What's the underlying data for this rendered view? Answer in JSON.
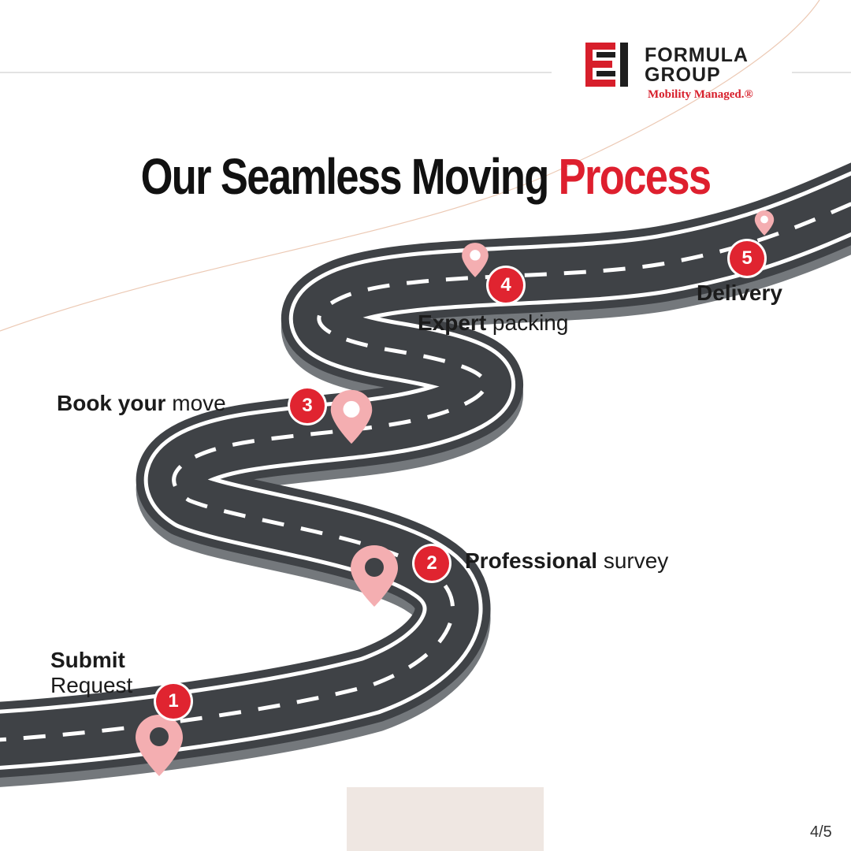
{
  "brand": {
    "line1": "FORMULA",
    "line2": "GROUP",
    "tagline": "Mobility Managed.®",
    "logo_red": "#d71f2b",
    "logo_dark": "#1e1e1e"
  },
  "title": {
    "main": "Our Seamless Moving ",
    "accent": "Process",
    "accent_color": "#de1f2e"
  },
  "steps": [
    {
      "number": "1",
      "bold": "Submit",
      "regular": "Request",
      "pin_icon": "location-pin-icon"
    },
    {
      "number": "2",
      "bold": "Professional",
      "regular": " survey",
      "pin_icon": "location-pin-icon"
    },
    {
      "number": "3",
      "bold": "Book your",
      "regular": " move",
      "pin_icon": "location-pin-icon"
    },
    {
      "number": "4",
      "bold": "Expert",
      "regular": " packing",
      "pin_icon": "location-pin-icon"
    },
    {
      "number": "5",
      "bold": "Delivery",
      "regular": "",
      "pin_icon": "location-pin-icon"
    }
  ],
  "colors": {
    "road": "#3f4246",
    "road_side": "#74787c",
    "road_marking": "#ffffff",
    "badge": "#e02430",
    "pin": "#f4aeb1",
    "footer_block": "#efe7e2"
  },
  "page_indicator": "4/5"
}
